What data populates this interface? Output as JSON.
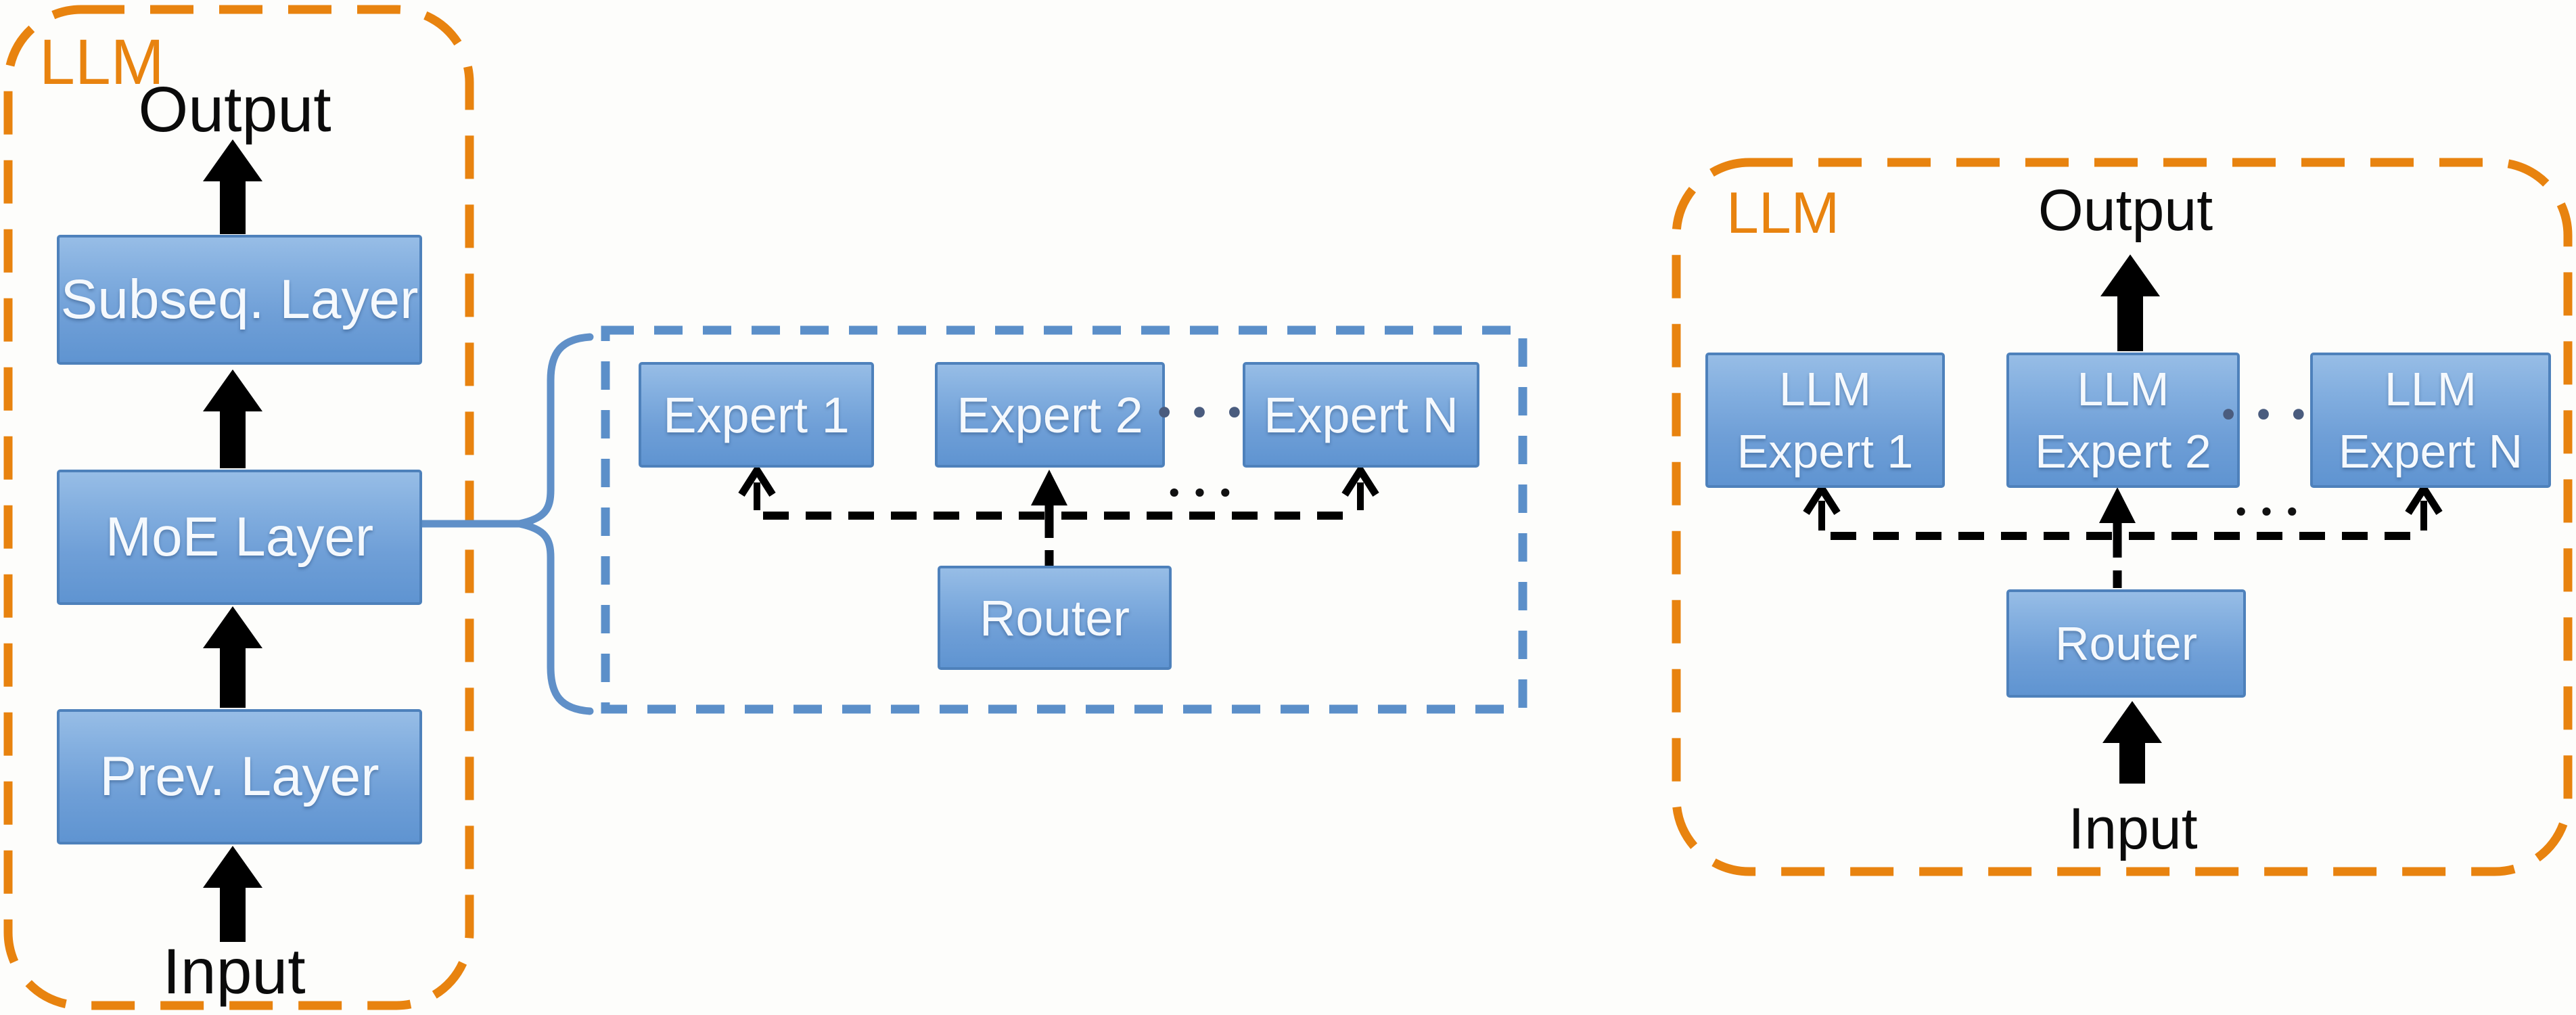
{
  "left_llm": {
    "label": "LLM",
    "output": "Output",
    "input": "Input",
    "subseq_layer": "Subseq. Layer",
    "moe_layer": "MoE Layer",
    "prev_layer": "Prev. Layer"
  },
  "moe_detail": {
    "expert_1": "Expert 1",
    "expert_2": "Expert 2",
    "expert_n": "Expert N",
    "router": "Router",
    "dots_between_experts": "•••",
    "dots_between_arrows": "•••"
  },
  "right_llm": {
    "label": "LLM",
    "output": "Output",
    "input": "Input",
    "expert_1_line1": "LLM",
    "expert_1_line2": "Expert 1",
    "expert_2_line1": "LLM",
    "expert_2_line2": "Expert 2",
    "expert_n_line1": "LLM",
    "expert_n_line2": "Expert N",
    "router": "Router",
    "dots_between_experts": "•••",
    "dots_between_arrows": "•••"
  },
  "colors": {
    "orange_dash": "#E8830F",
    "blue_dash": "#5B8FC9",
    "brace_blue": "#6090C8",
    "box_border": "#4E81BB",
    "box_fill_top": "#97BDE6",
    "box_fill_bottom": "#5F94D1",
    "dots_blue": "#4A5C7E",
    "arrow_black": "#000000"
  }
}
